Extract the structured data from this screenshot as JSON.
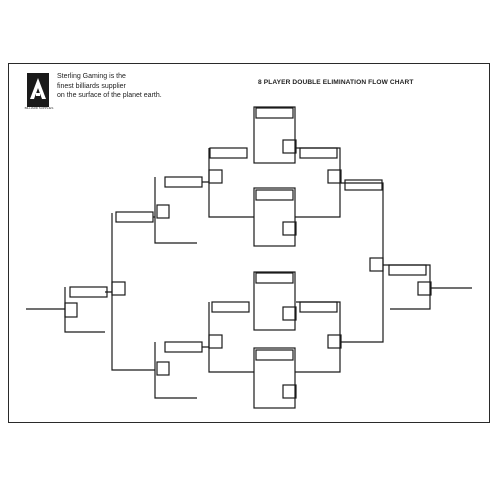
{
  "company": {
    "logo_icon": "sterling-gaming-logo-icon",
    "logo_caption": "BILLIARD SUPPLIES",
    "tagline": "Sterling Gaming is the\nfinest billiards supplier\non the surface of the planet earth."
  },
  "chart": {
    "title": "8 PLAYER DOUBLE ELIMINATION FLOW CHART",
    "players": 8,
    "format": "double elimination"
  },
  "colors": {
    "line": "#1a1a1a",
    "background": "#ffffff",
    "frame": "#2a2a2a"
  }
}
